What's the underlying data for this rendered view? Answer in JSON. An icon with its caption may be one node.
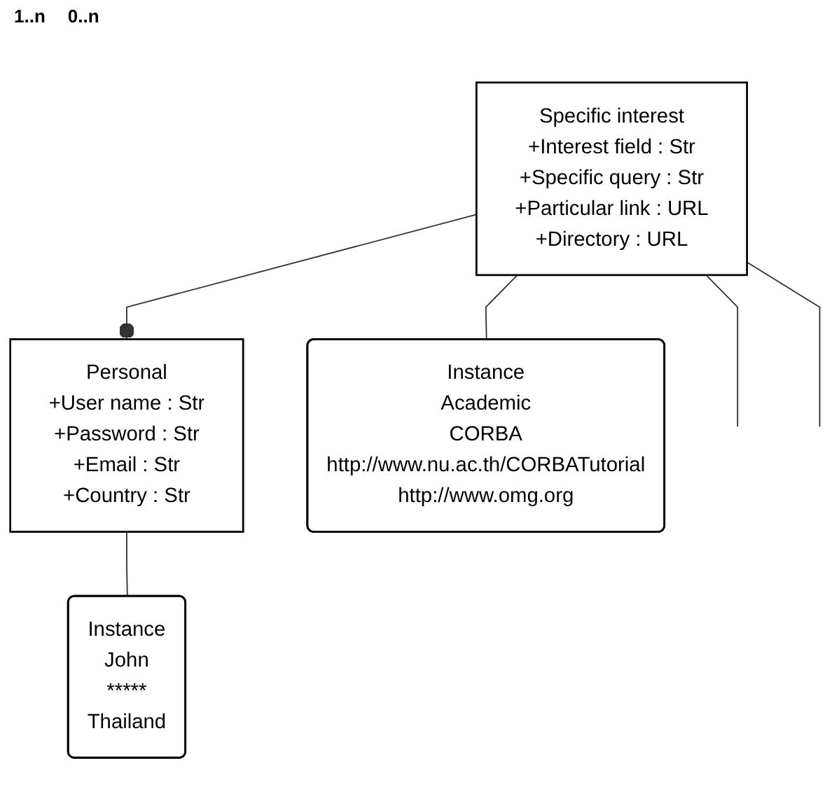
{
  "diagram": {
    "nodes": [
      {
        "text": [
          "Personal",
          "+User name : Str",
          "+Password : Str",
          "+Email : Str",
          "+Country : Str"
        ]
      },
      {
        "text": [
          "Instance",
          "John",
          "*****",
          "Thailand"
        ]
      },
      {
        "text": [
          "Specific interest",
          "+Interest field : Str",
          "+Specific query : Str",
          "+Particular link : URL",
          "+Directory : URL"
        ]
      },
      {
        "text": [
          "Instance",
          "Academic",
          "CORBA",
          "http://www.nu.ac.th/CORBATutorial",
          "http://www.omg.org"
        ]
      }
    ],
    "edges": [
      {
        "from": 0,
        "to": 1,
        "arrow": "none"
      },
      {
        "from": 2,
        "to": 0,
        "arrow": "other"
      },
      {
        "from": 2,
        "to": 3,
        "arrow": "none"
      },
      {
        "from": 2,
        "to": null,
        "arrow": "none"
      },
      {
        "from": 2,
        "to": null,
        "arrow": "none"
      }
    ],
    "labels": [
      "1..n",
      "0..n"
    ]
  }
}
